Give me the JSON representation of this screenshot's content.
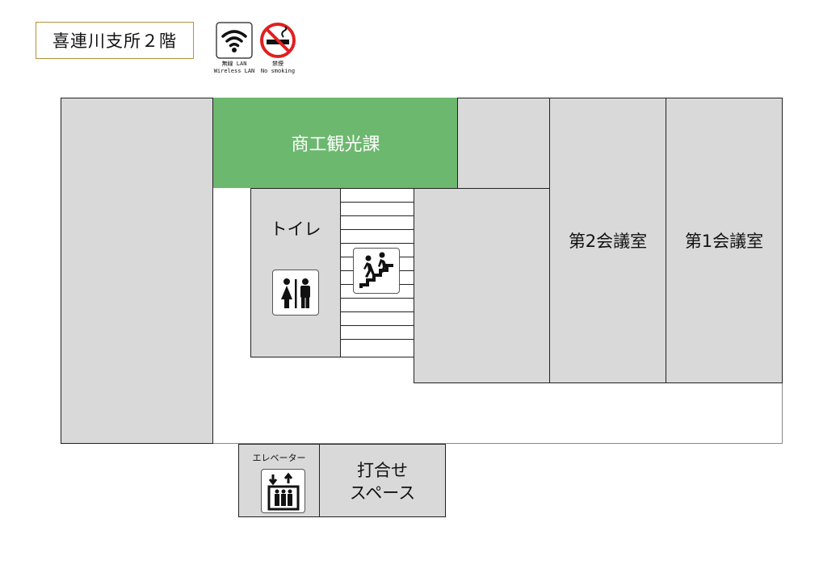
{
  "title": "喜連川支所２階",
  "legend": {
    "wifi": {
      "icon": "wifi-icon",
      "label_jp": "無線 LAN",
      "label_en": "Wireless LAN"
    },
    "no_smoking": {
      "icon": "no-smoking-icon",
      "label_jp": "禁煙",
      "label_en": "No smoking"
    }
  },
  "rooms": {
    "commerce": "商工観光課",
    "toilet": "トイレ",
    "meeting2": "第2会議室",
    "meeting1": "第1会議室",
    "elevator": "エレベーター",
    "meeting_space_line1": "打合せ",
    "meeting_space_line2": "スペース"
  },
  "icons": {
    "toilet": "restroom-icon",
    "stairs": "stairs-icon",
    "elevator": "elevator-icon"
  },
  "colors": {
    "highlight_room": "#6db86f",
    "room_fill": "#d9d9d9",
    "title_border": "#b8913a",
    "no_smoking_red": "#e02020"
  }
}
